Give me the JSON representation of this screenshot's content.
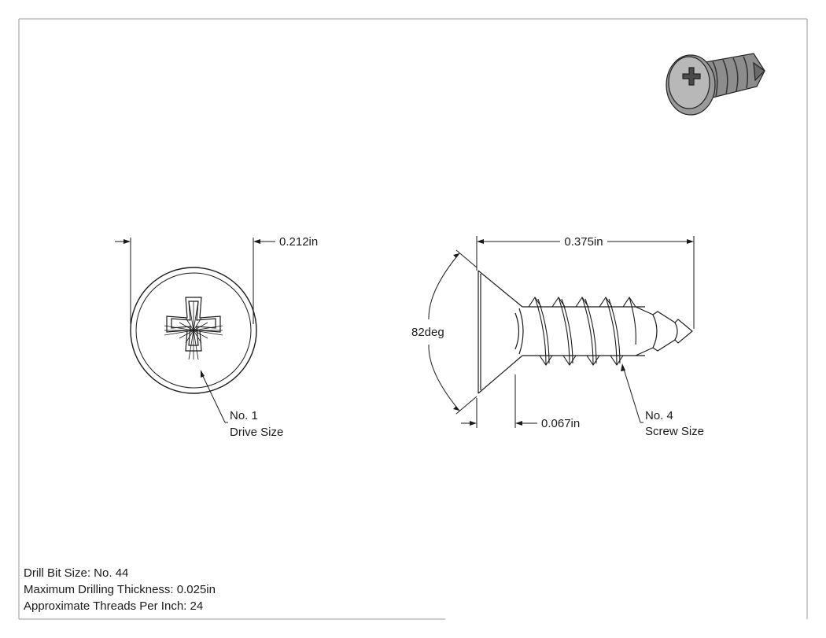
{
  "dimensions": {
    "head_diameter": "0.212in",
    "screw_length": "0.375in",
    "head_angle": "82deg",
    "head_height": "0.067in"
  },
  "callouts": {
    "drive_number": "No. 1",
    "drive_label": "Drive Size",
    "screw_number": "No. 4",
    "screw_label": "Screw Size"
  },
  "notes": [
    "Drill Bit Size: No. 44",
    "Maximum Drilling Thickness: 0.025in",
    "Approximate Threads Per Inch: 24"
  ],
  "colors": {
    "line": "#1a1a1a",
    "frame": "#999999"
  }
}
